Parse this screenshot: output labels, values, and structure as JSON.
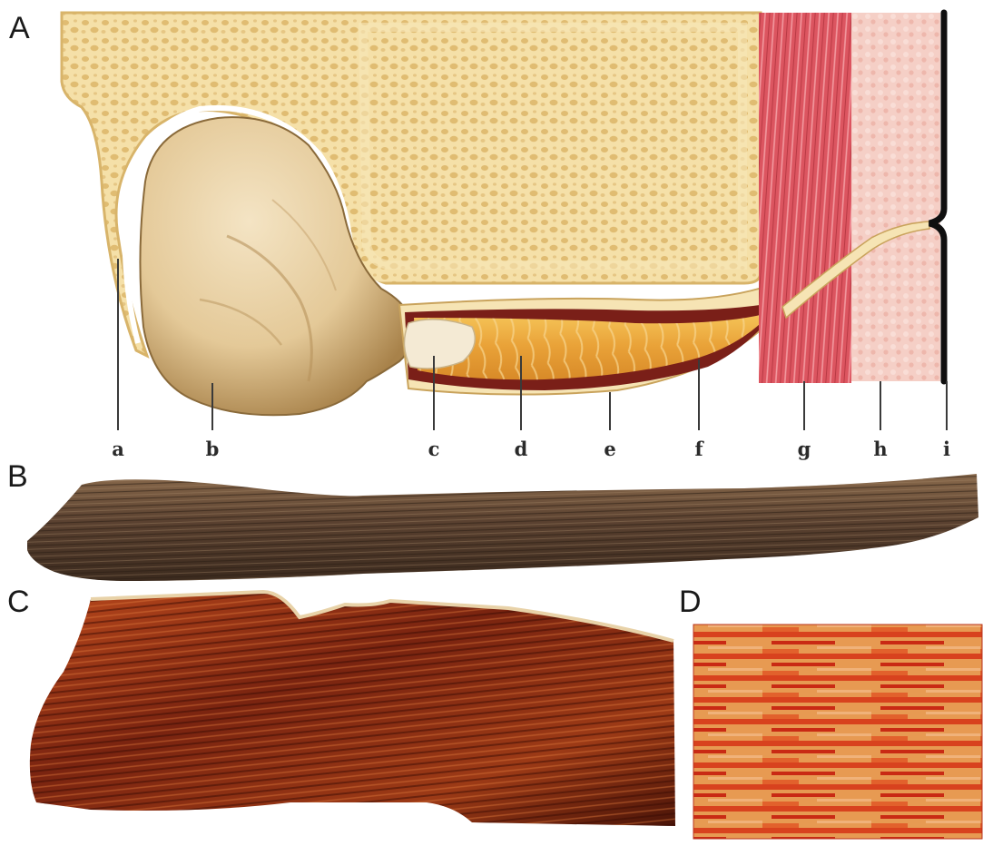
{
  "panels": {
    "a": {
      "letter": "A"
    },
    "b": {
      "letter": "B"
    },
    "c": {
      "letter": "C"
    },
    "d": {
      "letter": "D"
    }
  },
  "labels": [
    "a",
    "b",
    "c",
    "d",
    "e",
    "f",
    "g",
    "h",
    "i"
  ],
  "colors": {
    "bone_fill": "#f3dca0",
    "bone_edge": "#d8b46a",
    "pore": "#e2c078",
    "head": "#e9d1a4",
    "shaft_core": "#e9ab3c",
    "dark_layer": "#7a1f18",
    "muscle": "#d8525c",
    "tissue": "#f2c7bd",
    "skin": "#0f0f0f",
    "photo_b": "#5d4430",
    "photo_c": "#9a3314",
    "photo_d": "#d6562c"
  }
}
